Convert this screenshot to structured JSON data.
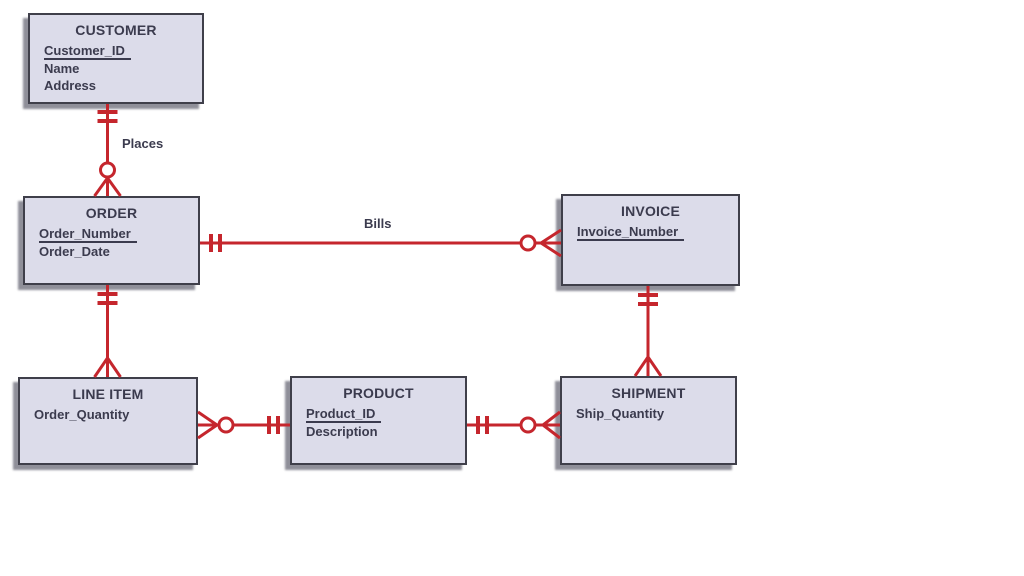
{
  "diagram": {
    "colors": {
      "line": "#c5262d",
      "entity_fill": "#dcdcea",
      "entity_border": "#3f3f4a",
      "text": "#3b3b4e",
      "shadow": "#8f8f99",
      "background": "#ffffff"
    },
    "entities": [
      {
        "id": "customer",
        "name": "CUSTOMER",
        "attributes": [
          {
            "text": "Customer_ID",
            "key": true
          },
          {
            "text": "Name",
            "key": false
          },
          {
            "text": "Address",
            "key": false
          }
        ]
      },
      {
        "id": "order",
        "name": "ORDER",
        "attributes": [
          {
            "text": "Order_Number",
            "key": true
          },
          {
            "text": "Order_Date",
            "key": false
          }
        ]
      },
      {
        "id": "invoice",
        "name": "INVOICE",
        "attributes": [
          {
            "text": "Invoice_Number",
            "key": true
          }
        ]
      },
      {
        "id": "line_item",
        "name": "LINE ITEM",
        "attributes": [
          {
            "text": "Order_Quantity",
            "key": false
          }
        ]
      },
      {
        "id": "product",
        "name": "PRODUCT",
        "attributes": [
          {
            "text": "Product_ID",
            "key": true
          },
          {
            "text": "Description",
            "key": false
          }
        ]
      },
      {
        "id": "shipment",
        "name": "SHIPMENT",
        "attributes": [
          {
            "text": "Ship_Quantity",
            "key": false
          }
        ]
      }
    ],
    "relationships": [
      {
        "id": "customer-order",
        "label": "Places",
        "from": "CUSTOMER",
        "to": "ORDER",
        "cardinality_at_from": "one-and-only-one",
        "cardinality_at_to": "zero-or-many"
      },
      {
        "id": "order-invoice",
        "label": "Bills",
        "from": "ORDER",
        "to": "INVOICE",
        "cardinality_at_from": "one-and-only-one",
        "cardinality_at_to": "zero-or-many"
      },
      {
        "id": "order-line_item",
        "label": "",
        "from": "ORDER",
        "to": "LINE ITEM",
        "cardinality_at_from": "one-and-only-one",
        "cardinality_at_to": "many"
      },
      {
        "id": "line_item-product",
        "label": "",
        "from": "LINE ITEM",
        "to": "PRODUCT",
        "cardinality_at_from": "zero-or-many",
        "cardinality_at_to": "one-and-only-one"
      },
      {
        "id": "product-shipment",
        "label": "",
        "from": "PRODUCT",
        "to": "SHIPMENT",
        "cardinality_at_from": "one-and-only-one",
        "cardinality_at_to": "zero-or-many"
      },
      {
        "id": "invoice-shipment",
        "label": "",
        "from": "INVOICE",
        "to": "SHIPMENT",
        "cardinality_at_from": "one-and-only-one",
        "cardinality_at_to": "many"
      }
    ]
  }
}
